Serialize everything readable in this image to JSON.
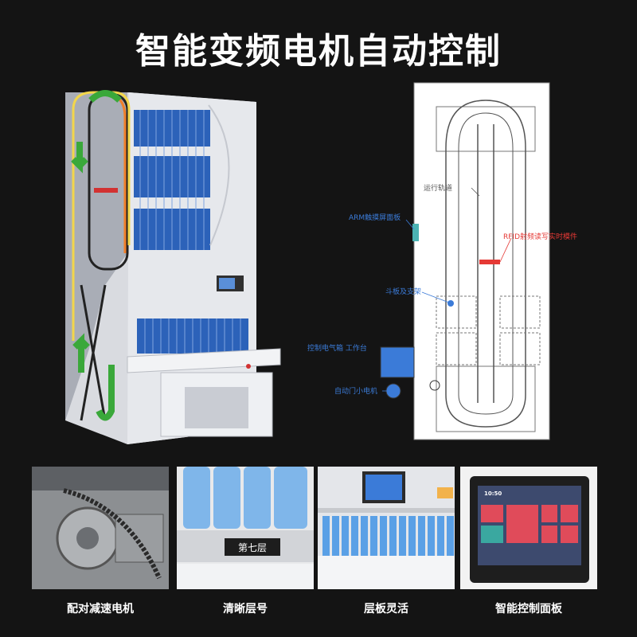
{
  "title": "智能变频电机自动控制",
  "schematic": {
    "labels": {
      "track": "运行轨道",
      "arm": "ARM触摸屏面板",
      "rfid": "RFID射频读写实时模件",
      "bucket": "斗板及支架",
      "control": "控制电气箱 工作台",
      "door_motor": "自动门小电机"
    }
  },
  "features": [
    {
      "caption": "配对减速电机"
    },
    {
      "caption": "清晰层号",
      "plate": "第七层"
    },
    {
      "caption": "层板灵活"
    },
    {
      "caption": "智能控制面板",
      "time": "10:50"
    }
  ],
  "colors": {
    "background": "#141414",
    "accent_blue": "#3b7bd8",
    "rfid_red": "#e53935",
    "arrow_green": "#3aa83a"
  }
}
